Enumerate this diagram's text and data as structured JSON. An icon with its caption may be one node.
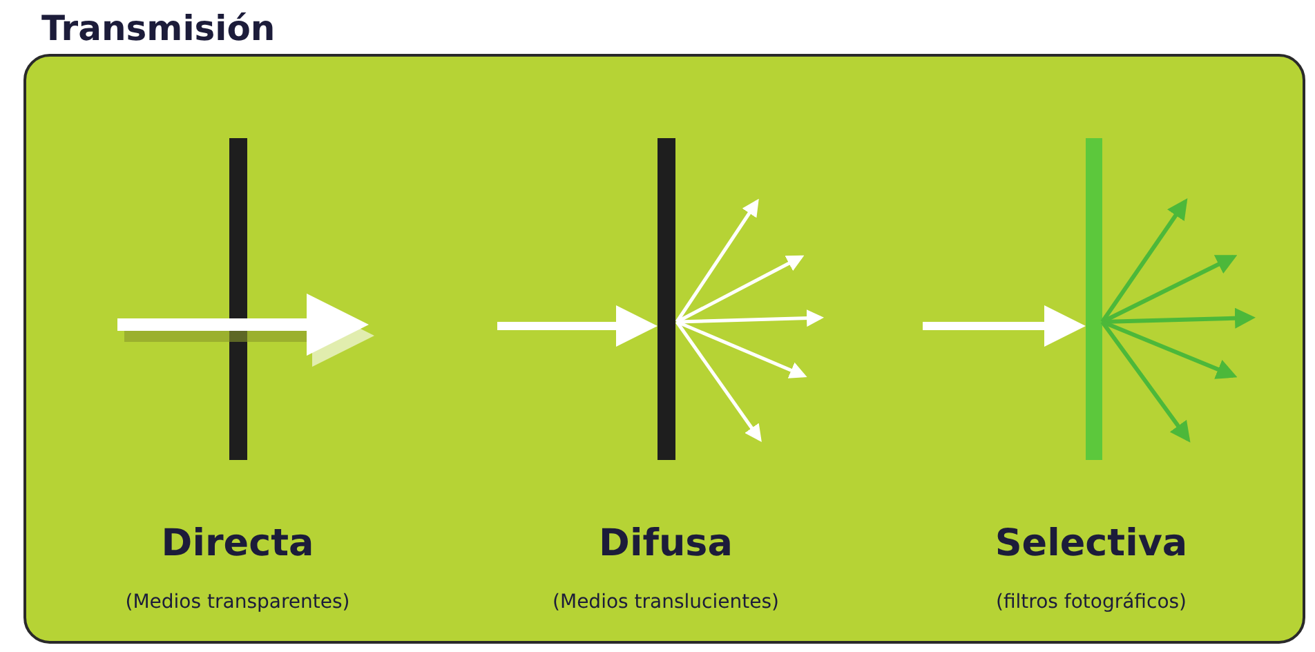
{
  "diagram": {
    "title": "Transmisión",
    "labels": [
      "Directa",
      "(Medios transparentes)",
      "Difusa",
      "(Medios translucientes)",
      "Selectiva",
      "(filtros fotográficos)"
    ]
  }
}
